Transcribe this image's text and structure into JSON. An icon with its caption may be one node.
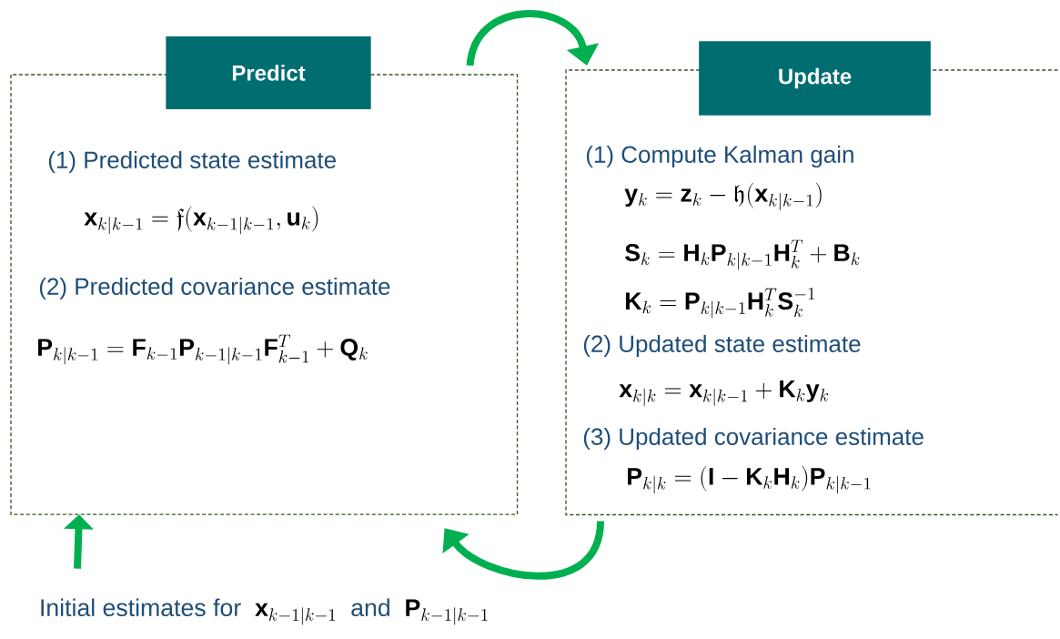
{
  "diagram": {
    "nodes": [
      {
        "text": [
          "Predict",
          "(1) Predicted state estimate",
          "\\mathbf{x}_{k|k-1} = \\mathfrak{f}(\\mathbf{x}_{k-1|k-1}, \\mathbf{u}_k)",
          "(2) Predicted covariance estimate",
          "\\mathbf{P}_{k|k-1} = \\mathbf{F}_{k-1}\\mathbf{P}_{k-1|k-1}\\mathbf{F}_{k-1}^{T} + \\mathbf{Q}_k"
        ]
      },
      {
        "text": [
          "Update",
          "(1) Compute Kalman gain",
          "\\mathbf{y}_k = \\mathbf{z}_k - \\mathfrak{h}(\\mathbf{x}_{k|k-1})",
          "\\mathbf{S}_k = \\mathbf{H}_k\\mathbf{P}_{k|k-1}\\mathbf{H}_k^{T} + \\mathbf{B}_k",
          "\\mathbf{K}_k = \\mathbf{P}_{k|k-1}\\mathbf{H}_k^{T}\\mathbf{S}_k^{-1}",
          "(2) Updated state estimate",
          "\\mathbf{x}_{k|k} = \\mathbf{x}_{k|k-1} + \\mathbf{K}_k\\mathbf{y}_k",
          "(3) Updated covariance estimate",
          "\\mathbf{P}_{k|k} = (\\mathbf{I} - \\mathbf{K}_k\\mathbf{H}_k)\\mathbf{P}_{k|k-1}"
        ]
      },
      {
        "text": [
          "Initial estimates for",
          "\\mathbf{x}_{k-1|k-1}",
          "and",
          "\\mathbf{P}_{k-1|k-1}"
        ]
      }
    ],
    "edges": [
      {
        "from": 0,
        "to": 1,
        "arrow": "to"
      },
      {
        "from": 1,
        "to": 0,
        "arrow": "to"
      },
      {
        "from": 2,
        "to": 0,
        "arrow": "to"
      }
    ]
  }
}
